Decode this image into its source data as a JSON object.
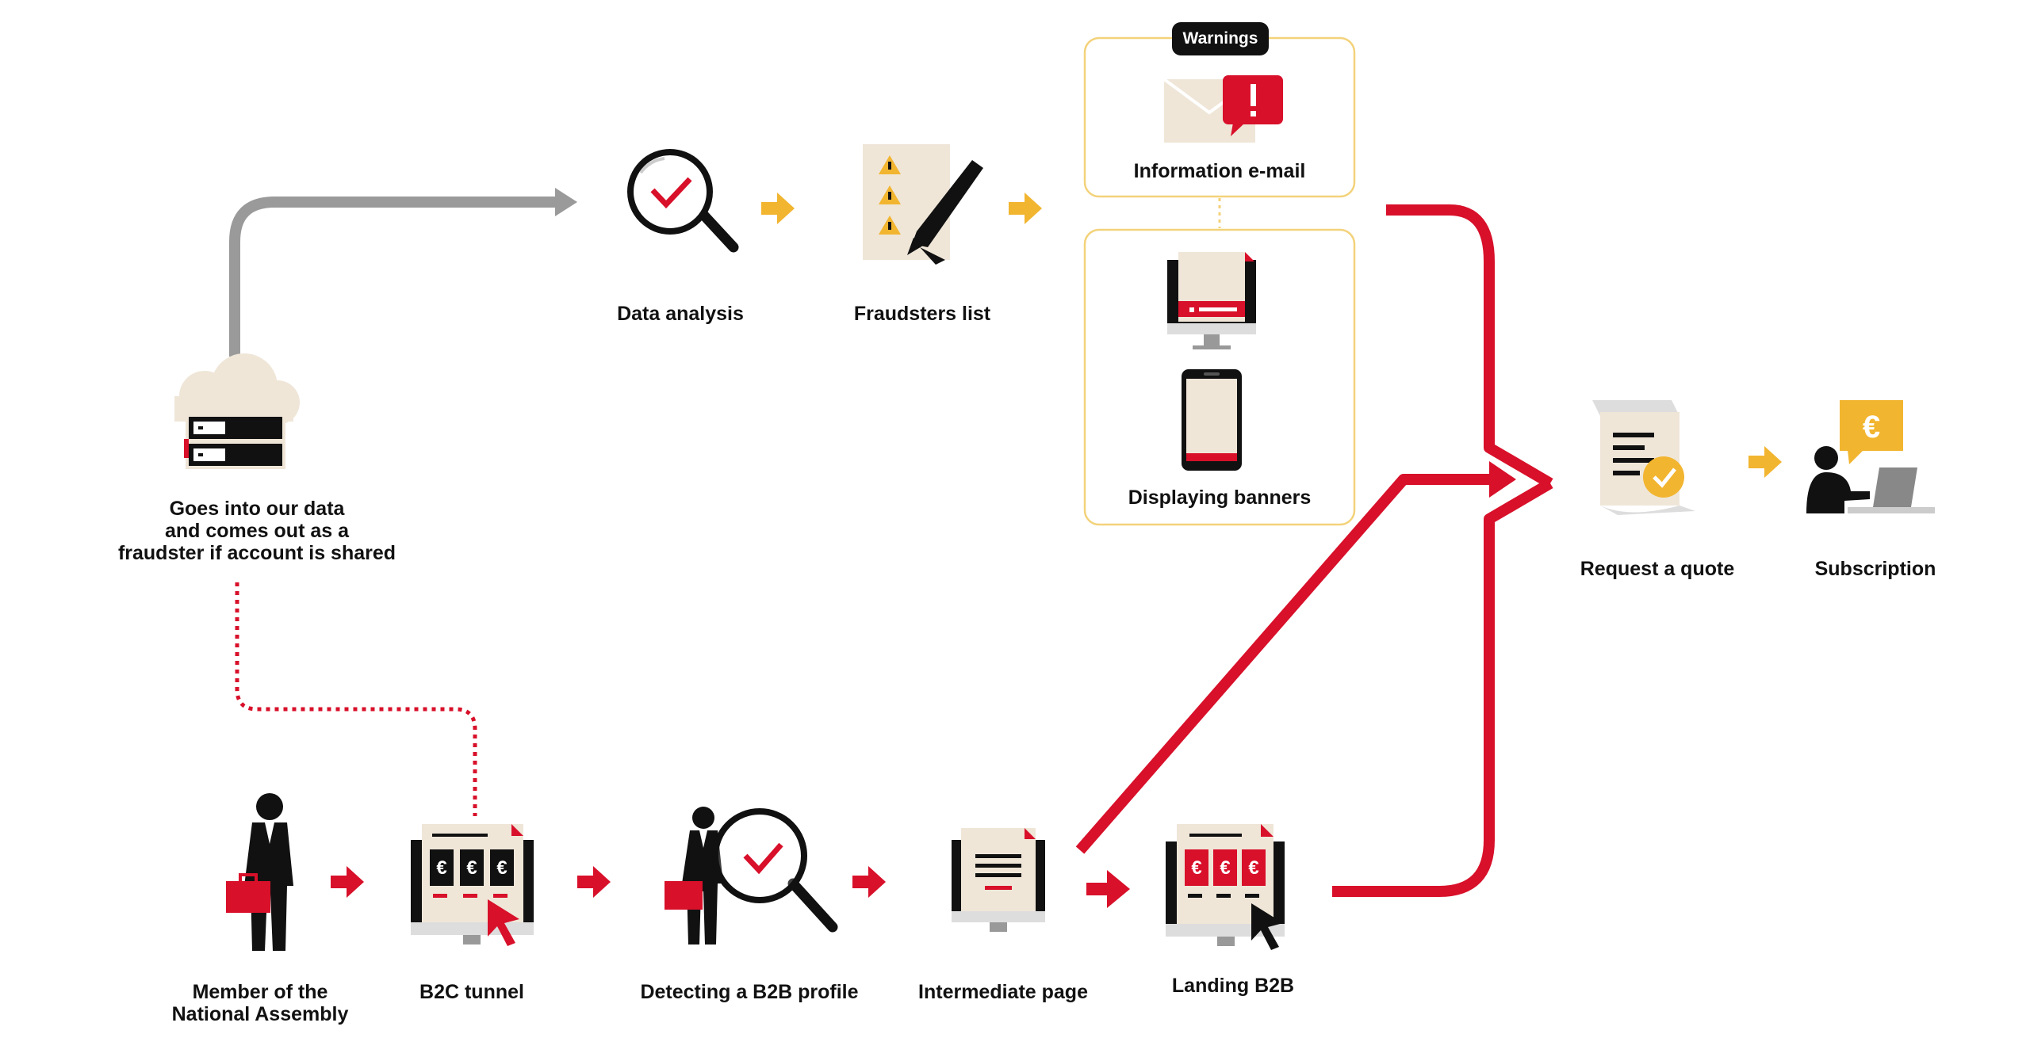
{
  "warnings_badge": "Warnings",
  "top_row": {
    "data_analysis": "Data analysis",
    "fraudsters_list": "Fraudsters list"
  },
  "warnings": {
    "information_email": "Information e-mail",
    "displaying_banners": "Displaying banners"
  },
  "cloud_node": {
    "lines": [
      "Goes into our data",
      "and comes out as a",
      "fraudster if account is shared"
    ]
  },
  "conversion": {
    "request_quote": "Request a quote",
    "subscription": "Subscription",
    "currency_symbol": "€"
  },
  "bottom_row": {
    "member_lines": [
      "Member of the",
      "National Assembly"
    ],
    "b2c_tunnel": "B2C tunnel",
    "detecting_b2b": "Detecting a B2B profile",
    "intermediate_page": "Intermediate page",
    "landing_b2b": "Landing B2B",
    "currency_symbol": "€"
  },
  "icons": {
    "magnifier": "magnifier-check-icon",
    "document_warning": "document-warning-pen-icon",
    "envelope_alert": "envelope-alert-icon",
    "monitor_banner": "monitor-banner-icon",
    "phone_banner": "phone-banner-icon",
    "cloud_server": "cloud-server-icon",
    "contract": "contract-check-icon",
    "person_laptop": "person-laptop-euro-icon",
    "businessman": "businessman-briefcase-icon",
    "slot_monitor": "slot-monitor-cursor-icon",
    "document_monitor": "document-monitor-icon"
  },
  "colors": {
    "red": "#d8102a",
    "yellow": "#f2b530",
    "gray": "#9a9a9a",
    "panel_border": "#f3d27a",
    "black": "#111111",
    "cream": "#efe6d8"
  }
}
